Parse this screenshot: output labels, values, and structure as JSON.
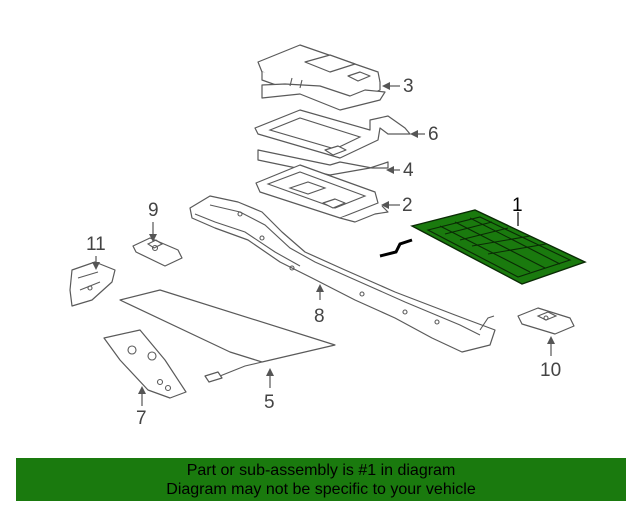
{
  "diagram": {
    "callouts": [
      "1",
      "2",
      "3",
      "4",
      "5",
      "6",
      "7",
      "8",
      "9",
      "10",
      "11"
    ],
    "highlight_color": "#1a7a0e"
  },
  "banner": {
    "line1": "Part or sub-assembly is #1 in diagram",
    "line2": "Diagram may not be specific to your vehicle",
    "background": "#1a7a0e"
  }
}
